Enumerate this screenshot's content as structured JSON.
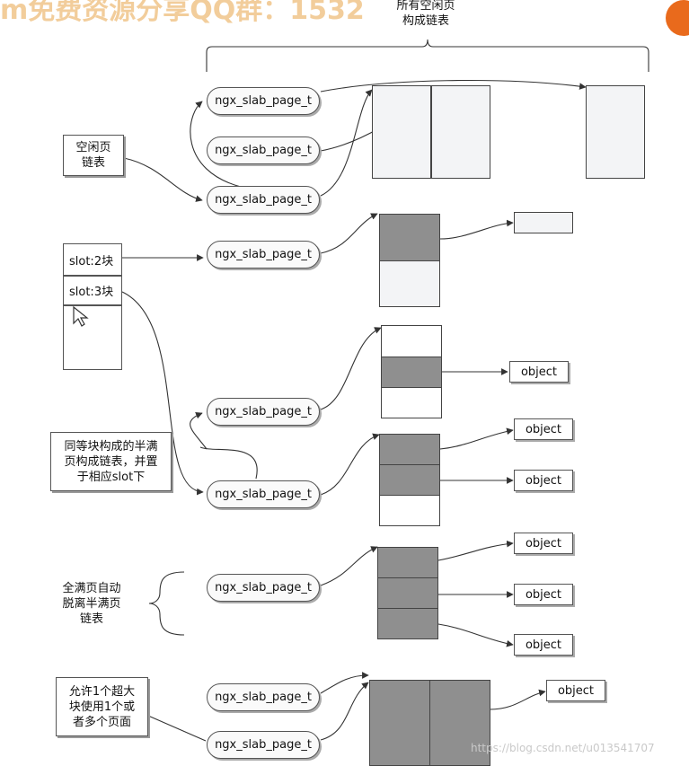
{
  "watermark": "m免费资源分享QQ群：1532",
  "footer_watermark": "https://blog.csdn.net/u013541707",
  "top_label": [
    "所有空闲页",
    "构成链表"
  ],
  "free_list_label": [
    "空闲页",
    "链表"
  ],
  "slots": [
    "slot:2块",
    "slot:3块"
  ],
  "same_size_note": [
    "同等块构成的半满",
    "页构成链表，并置",
    "于相应slot下"
  ],
  "full_page_note": [
    "全满页自动",
    "脱离半满页",
    "链表"
  ],
  "large_block_note": [
    "允许1个超大",
    "块使用1个或",
    "者多个页面"
  ],
  "page_node_label": "ngx_slab_page_t",
  "object_label": "object",
  "colors": {
    "cell_filled": "#8f8f8f",
    "cell_empty": "#f3f4f6",
    "border": "#444444",
    "watermark": "#e8a64a"
  }
}
